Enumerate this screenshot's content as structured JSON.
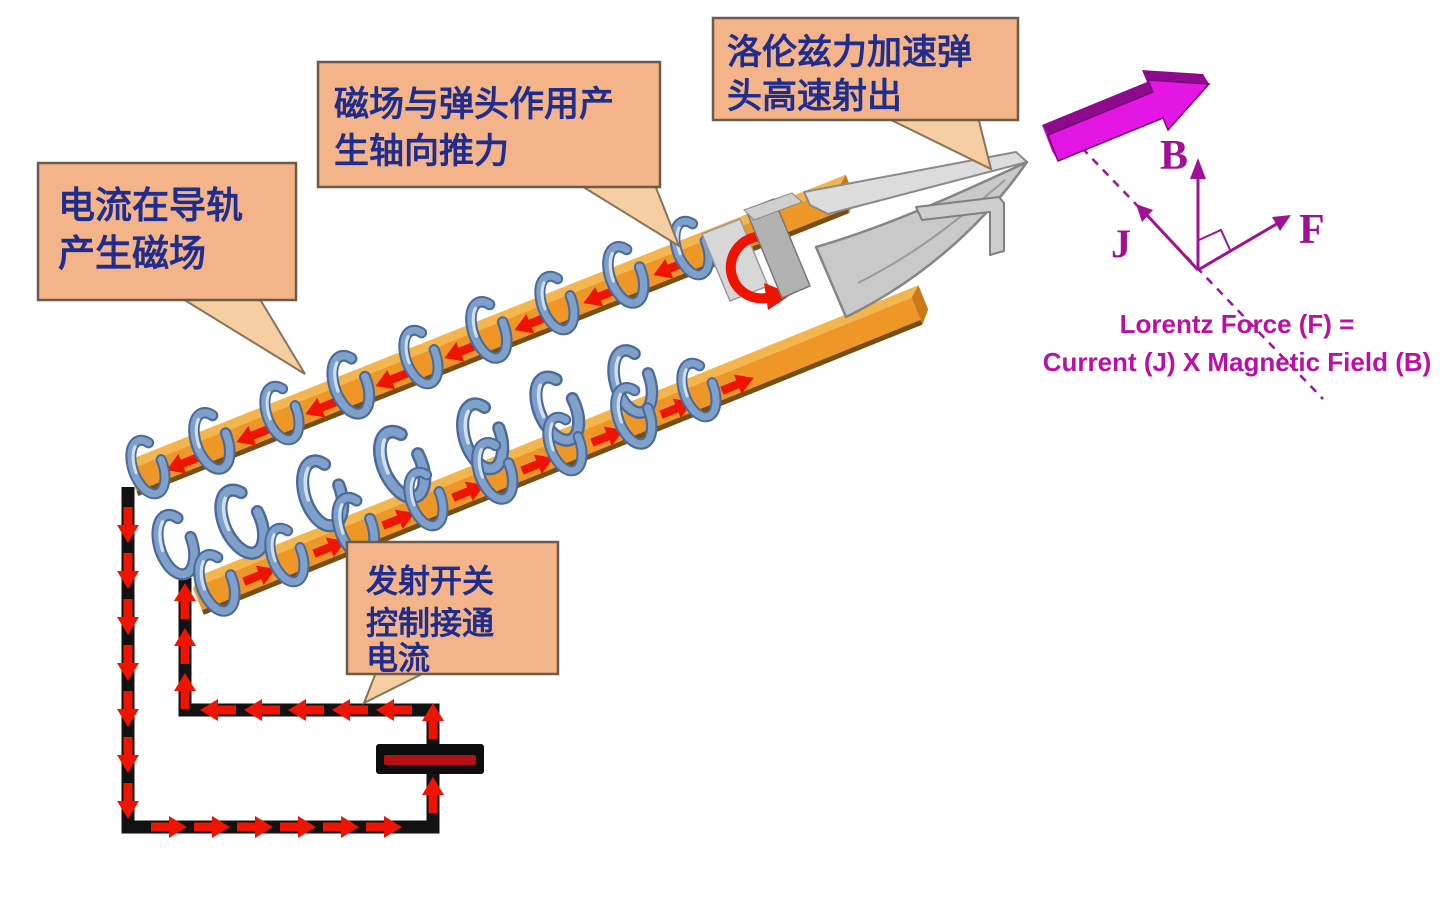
{
  "callouts": [
    {
      "id": "current-in-rails",
      "lines": [
        "电流在导轨",
        "产生磁场"
      ]
    },
    {
      "id": "field-thrust",
      "lines": [
        "磁场与弹头作用产",
        "生轴向推力"
      ]
    },
    {
      "id": "lorentz-accelerate",
      "lines": [
        "洛伦兹力加速弹",
        "头高速射出"
      ]
    },
    {
      "id": "launch-switch",
      "lines": [
        "发射开关",
        "控制接通",
        "电流"
      ]
    }
  ],
  "vector_diagram": {
    "b_label": "B",
    "j_label": "J",
    "f_label": "F",
    "formula_line1": "Lorentz Force (F) =",
    "formula_line2": "Current (J) X Magnetic Field (B)"
  },
  "colors": {
    "callout_fill": "#f2b488",
    "callout_tail_fill": "#f5cfa2",
    "callout_border": "#6e5a48",
    "callout_text": "#1f2d8c",
    "rail_orange": "#ef9726",
    "rail_top": "#f3b54e",
    "rail_dark": "#7a4d0e",
    "rail_cap": "#c97a14",
    "coil_blue": "#7fa0c8",
    "coil_dark": "#4a6a9c",
    "coil_highlight": "#cfe0f0",
    "arrow_red": "#ed1402",
    "wire_black": "#121212",
    "battery_red": "#b41212",
    "muzzle_magenta": "#e316e3",
    "muzzle_dark": "#8d0a8d",
    "vector_purple": "#a01195",
    "formula_magenta": "#bb0fa6"
  }
}
